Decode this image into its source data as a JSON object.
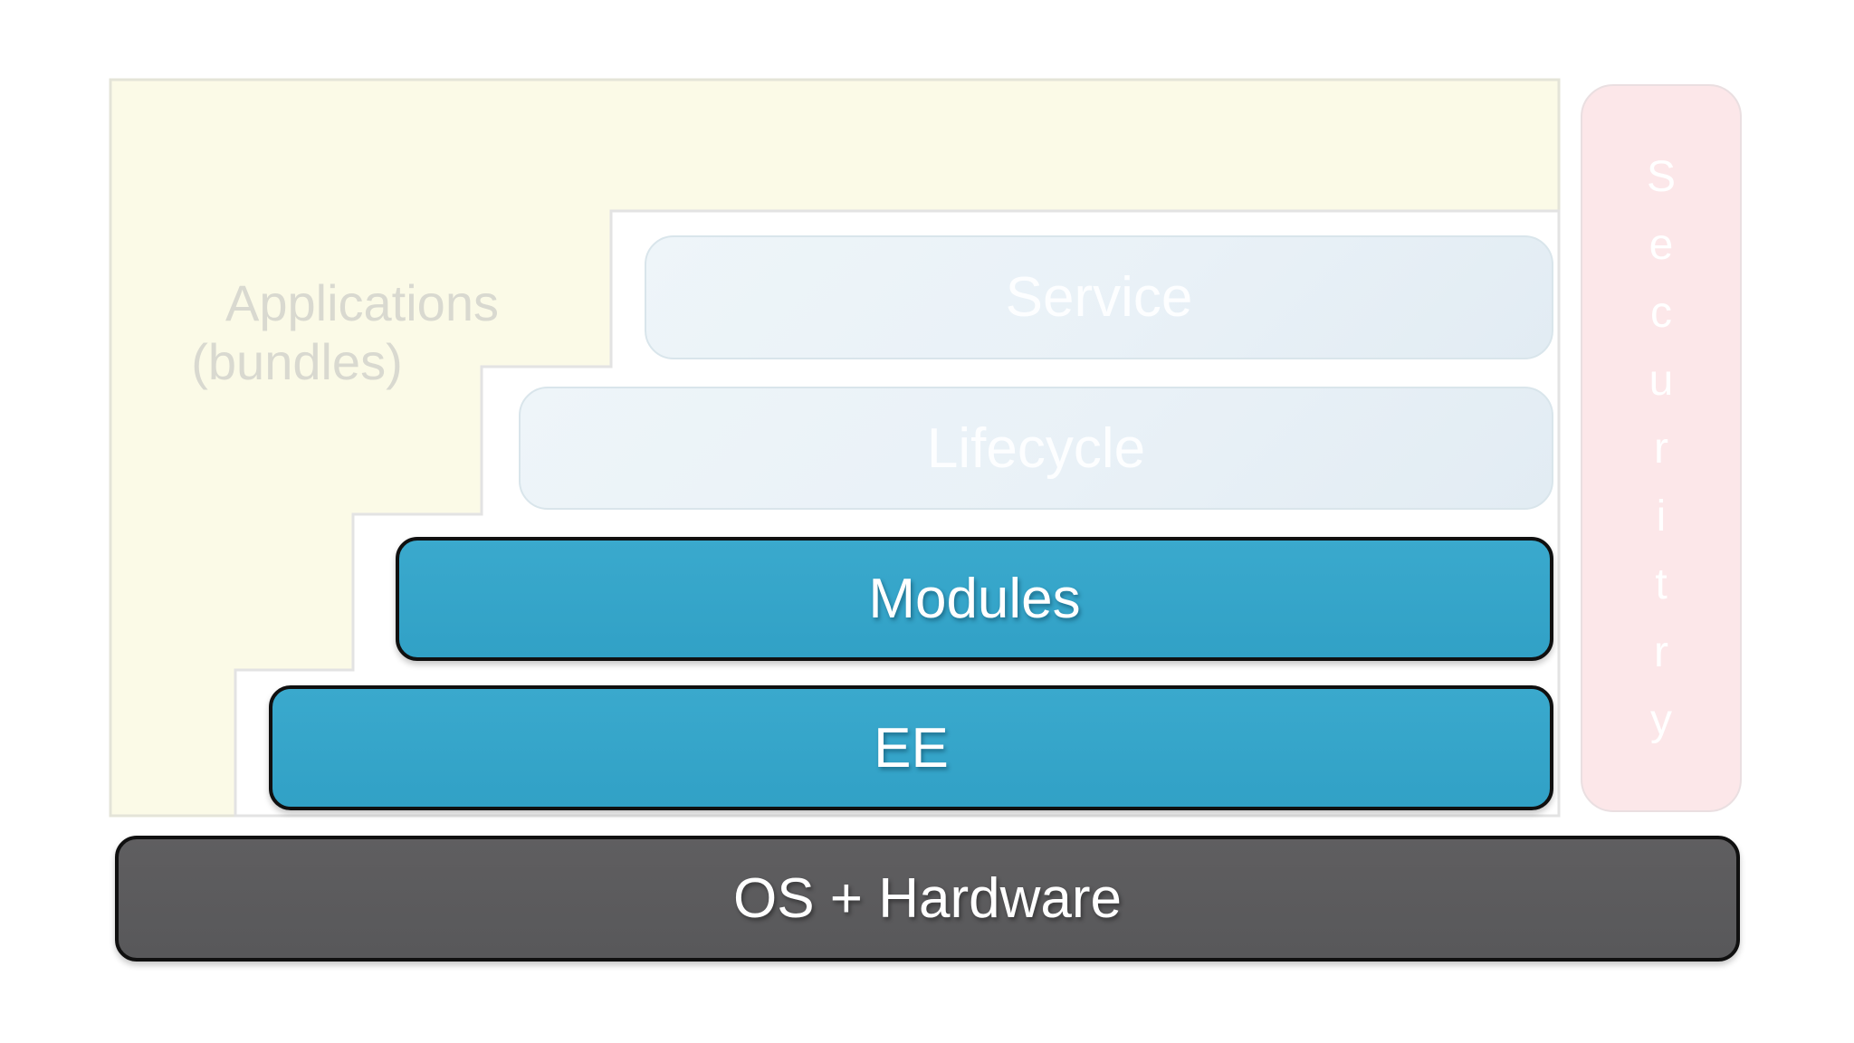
{
  "colors": {
    "page-bg": "#ffffff",
    "yellow-fill": "#fbfae7",
    "yellow-border": "#e4e4d8",
    "container-fill": "#ffffff",
    "container-border": "#e3e3e3",
    "faded-box-fill": "#e9f1f7",
    "faded-box-border": "#d9e5eb",
    "faded-box-text": "#fdfeff",
    "teal-fill": "#31a1c6",
    "teal-fill-top": "#3aa9cd",
    "gray-fill": "#58585a",
    "gray-fill-top": "#5f5e60",
    "bar-border": "#101010",
    "pink-fill": "#fce7e9",
    "pink-border": "#eadfe1",
    "bar-text": "#ffffff",
    "muted-text": "#d9d9d0"
  },
  "applications": {
    "line1": "Applications",
    "line2": "(bundles)"
  },
  "layers": {
    "service": {
      "label": "Service"
    },
    "lifecycle": {
      "label": "Lifecycle"
    },
    "modules": {
      "label": "Modules"
    },
    "ee": {
      "label": "EE"
    },
    "os": {
      "label": "OS + Hardware"
    }
  },
  "security": {
    "letters": [
      "S",
      "e",
      "c",
      "u",
      "r",
      "i",
      "t",
      "r",
      "y"
    ]
  }
}
